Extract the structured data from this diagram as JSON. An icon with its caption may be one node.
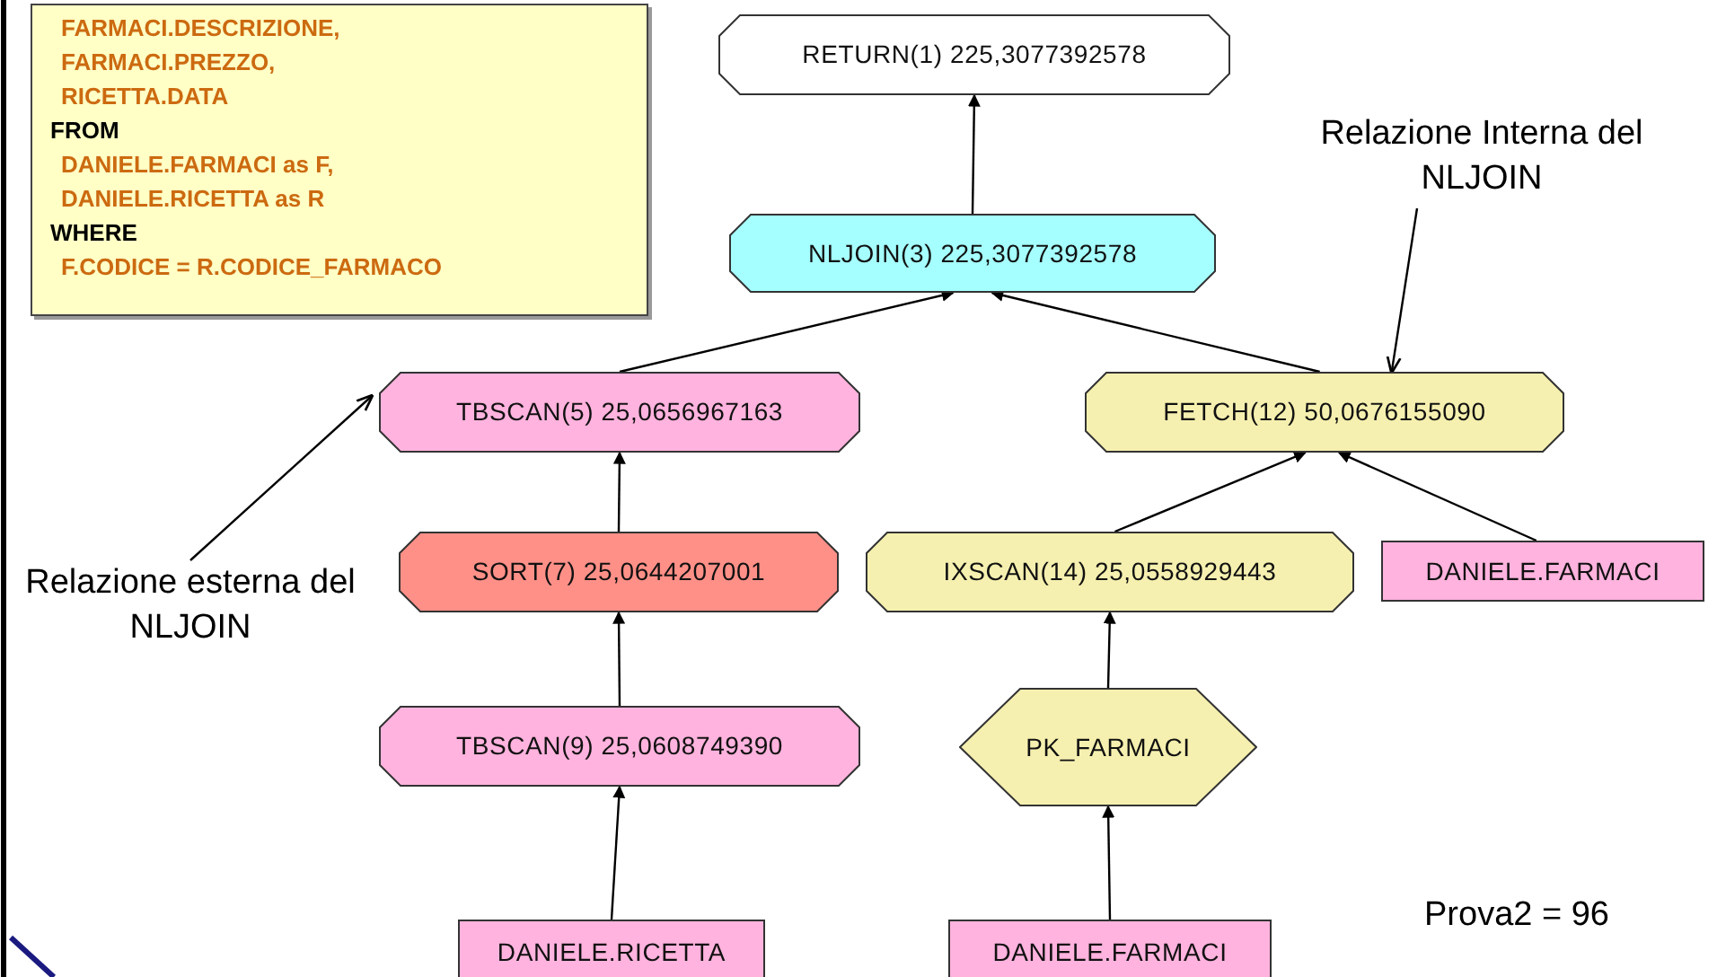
{
  "diagram": {
    "nodes": [
      {
        "text": [
          "FARMACI.DESCRIZIONE, FARMACI.PREZZO, RICETTA.DATA",
          "FROM",
          "DANIELE.FARMACI as F, DANIELE.RICETTA as R",
          "WHERE",
          "F.CODICE = R.CODICE_FARMACO"
        ]
      },
      {
        "text": [
          "RETURN(1) 225,3077392578"
        ]
      },
      {
        "text": [
          "NLJOIN(3) 225,3077392578"
        ]
      },
      {
        "text": [
          "TBSCAN(5) 25,0656967163"
        ]
      },
      {
        "text": [
          "FETCH(12) 50,0676155090"
        ]
      },
      {
        "text": [
          "SORT(7) 25,0644207001"
        ]
      },
      {
        "text": [
          "IXSCAN(14) 25,0558929443"
        ]
      },
      {
        "text": [
          "DANIELE.FARMACI"
        ]
      },
      {
        "text": [
          "TBSCAN(9) 25,0608749390"
        ]
      },
      {
        "text": [
          "PK_FARMACI"
        ]
      },
      {
        "text": [
          "DANIELE.RICETTA"
        ]
      },
      {
        "text": [
          "DANIELE.FARMACI"
        ]
      },
      {
        "text": [
          "Relazione Interna del NLJOIN"
        ]
      },
      {
        "text": [
          "Relazione esterna del NLJOIN"
        ]
      }
    ],
    "edges": [
      {
        "from": 2,
        "to": 1,
        "arrow": "to"
      },
      {
        "from": 3,
        "to": 2,
        "arrow": "to"
      },
      {
        "from": 4,
        "to": 2,
        "arrow": "to"
      },
      {
        "from": 5,
        "to": 3,
        "arrow": "to"
      },
      {
        "from": 6,
        "to": 4,
        "arrow": "to"
      },
      {
        "from": 7,
        "to": 4,
        "arrow": "to"
      },
      {
        "from": 8,
        "to": 5,
        "arrow": "to"
      },
      {
        "from": 9,
        "to": 6,
        "arrow": "to"
      },
      {
        "from": 10,
        "to": 8,
        "arrow": "to"
      },
      {
        "from": 11,
        "to": 9,
        "arrow": "to"
      },
      {
        "from": 12,
        "to": 4,
        "arrow": "to"
      },
      {
        "from": 13,
        "to": 3,
        "arrow": "to"
      }
    ],
    "labels": [
      "Prova2 = 96"
    ]
  }
}
